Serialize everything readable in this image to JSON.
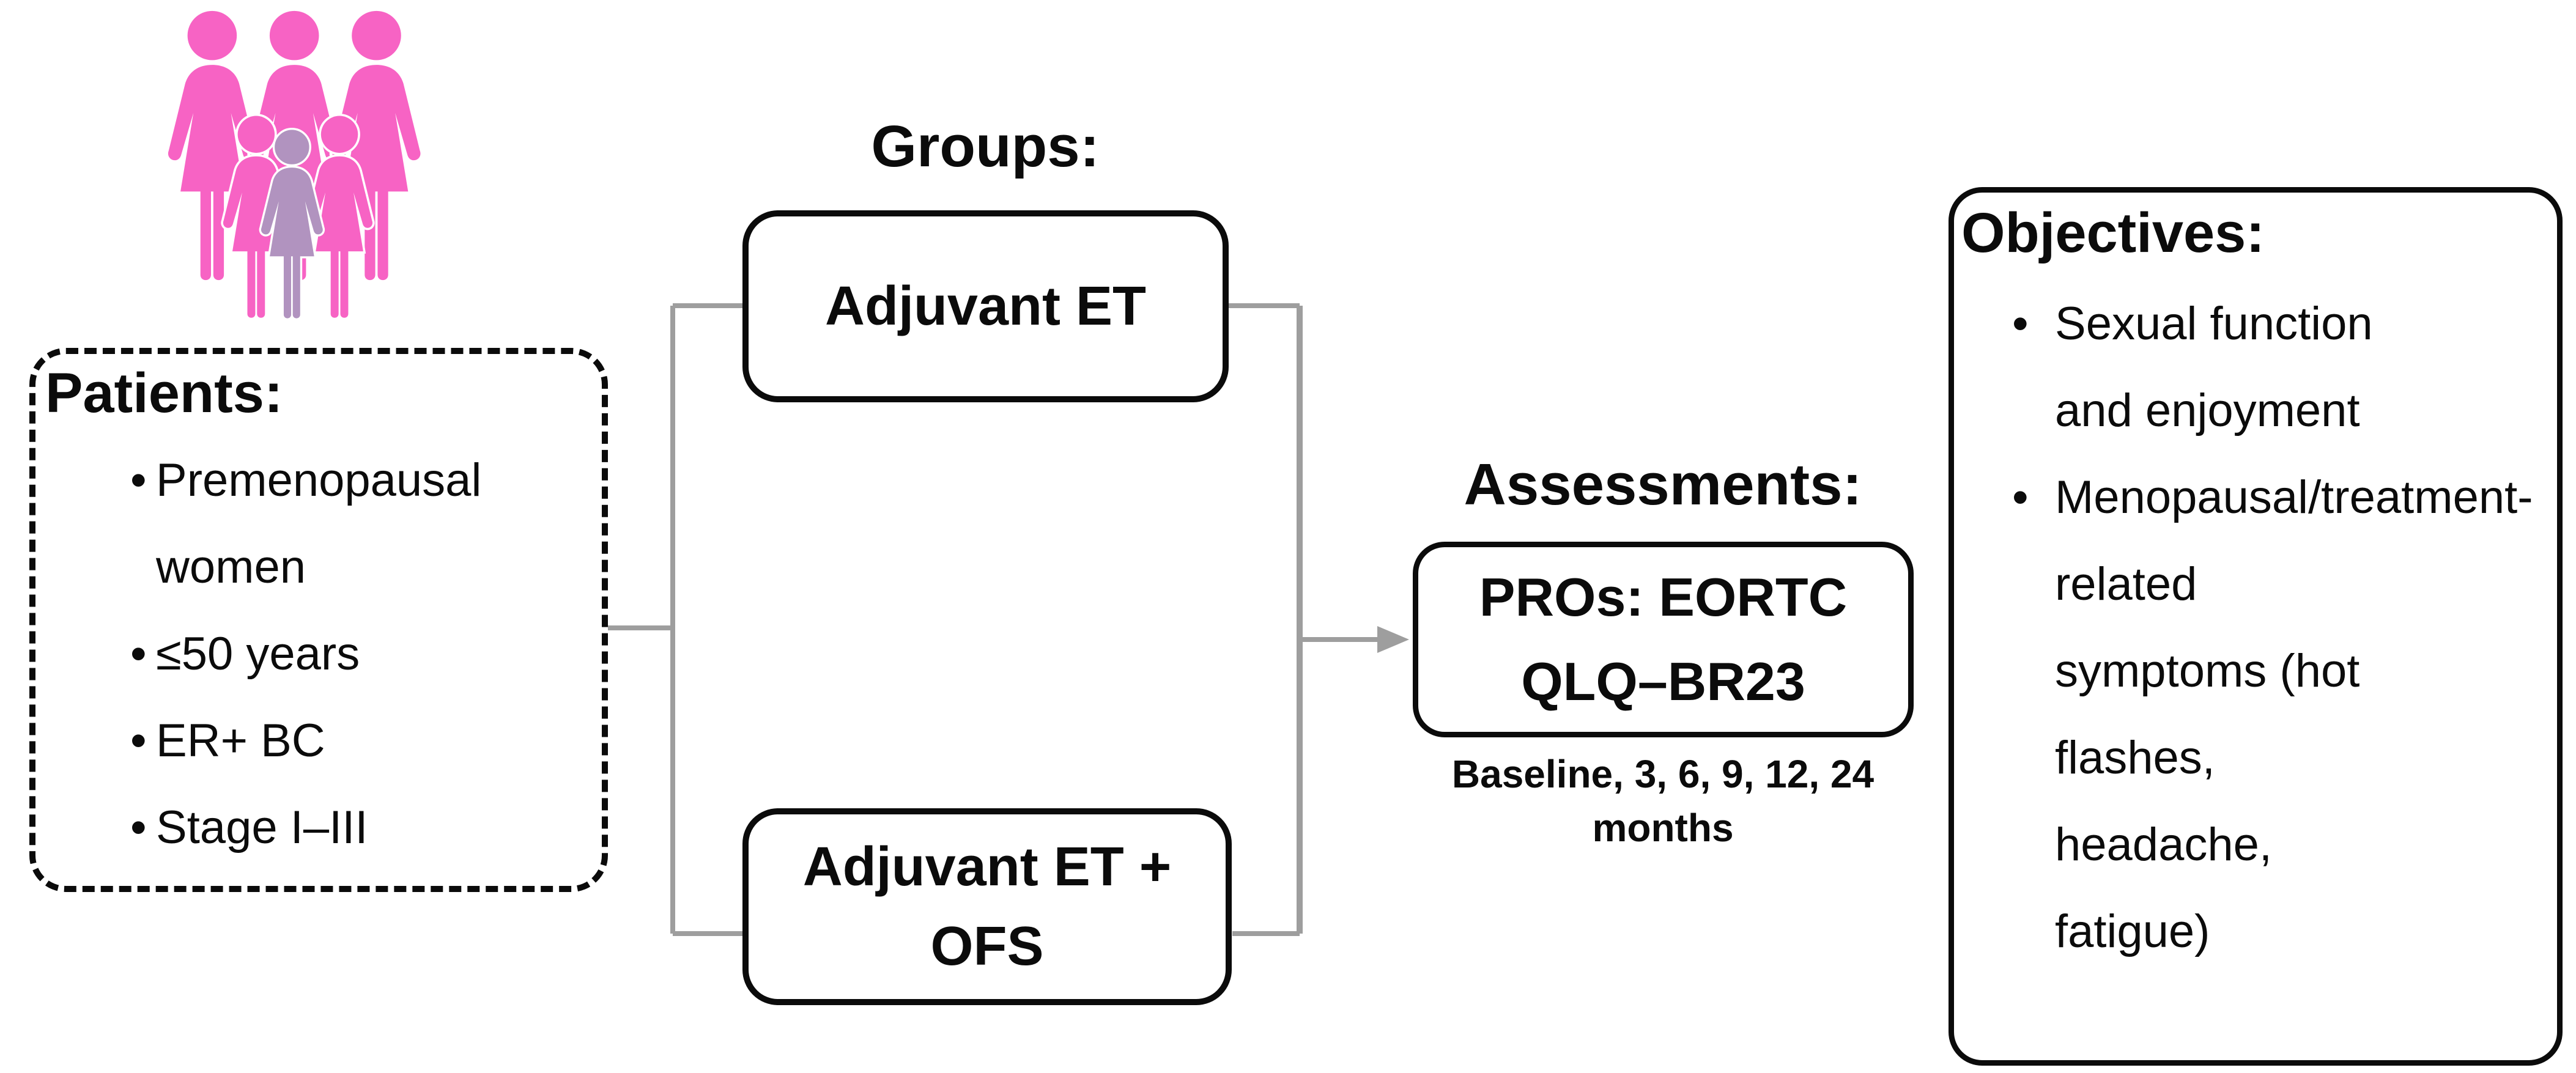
{
  "patients": {
    "title": "Patients:",
    "items": [
      "Premenopausal women",
      "≤50 years",
      "ER+ BC",
      "Stage I–III"
    ]
  },
  "groups": {
    "title": "Groups:",
    "arm1": "Adjuvant ET",
    "arm2": "Adjuvant ET + OFS"
  },
  "assessments": {
    "title": "Assessments:",
    "box": "PROs: EORTC QLQ–BR23",
    "schedule": "Baseline, 3, 6, 9, 12, 24 months"
  },
  "objectives": {
    "title": "Objectives:",
    "items": [
      "Sexual function and enjoyment",
      "Menopausal/treatment-related symptoms (hot flashes, headache, fatigue)"
    ]
  },
  "icon": {
    "name": "women-group-icon",
    "figure_count": 6,
    "pink": "#F763C4",
    "lavender": "#B193BF"
  },
  "connectors": {
    "line_color": "#9E9E9E",
    "box_border_color": "#0B0B0B"
  }
}
